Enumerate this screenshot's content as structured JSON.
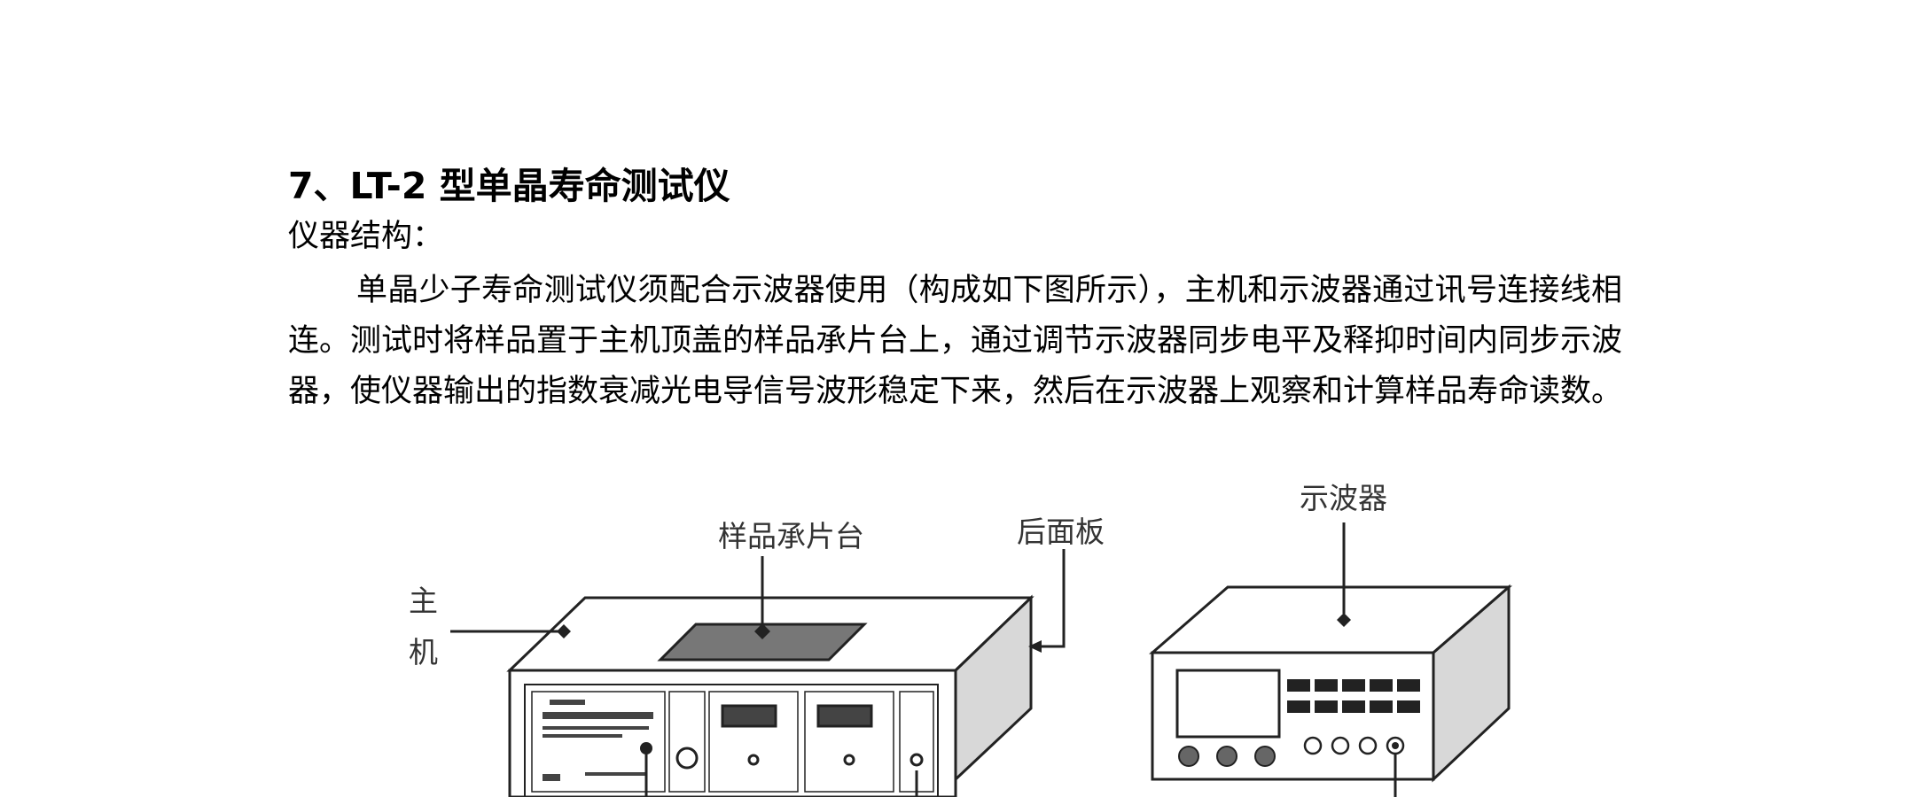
{
  "heading": "7、LT-2 型单晶寿命测试仪",
  "subheading": "仪器结构：",
  "paragraph": "单晶少子寿命测试仪须配合示波器使用（构成如下图所示），主机和示波器通过讯号连接线相连。测试时将样品置于主机顶盖的样品承片台上，通过调节示波器同步电平及释抑时间内同步示波器，使仪器输出的指数衰减光电导信号波形稳定下来，然后在示波器上观察和计算样品寿命读数。",
  "figure": {
    "label_sample_stage": "样品承片台",
    "label_rear_panel": "后面板",
    "label_oscilloscope": "示波器",
    "label_host_1": "主",
    "label_host_2": "机"
  }
}
